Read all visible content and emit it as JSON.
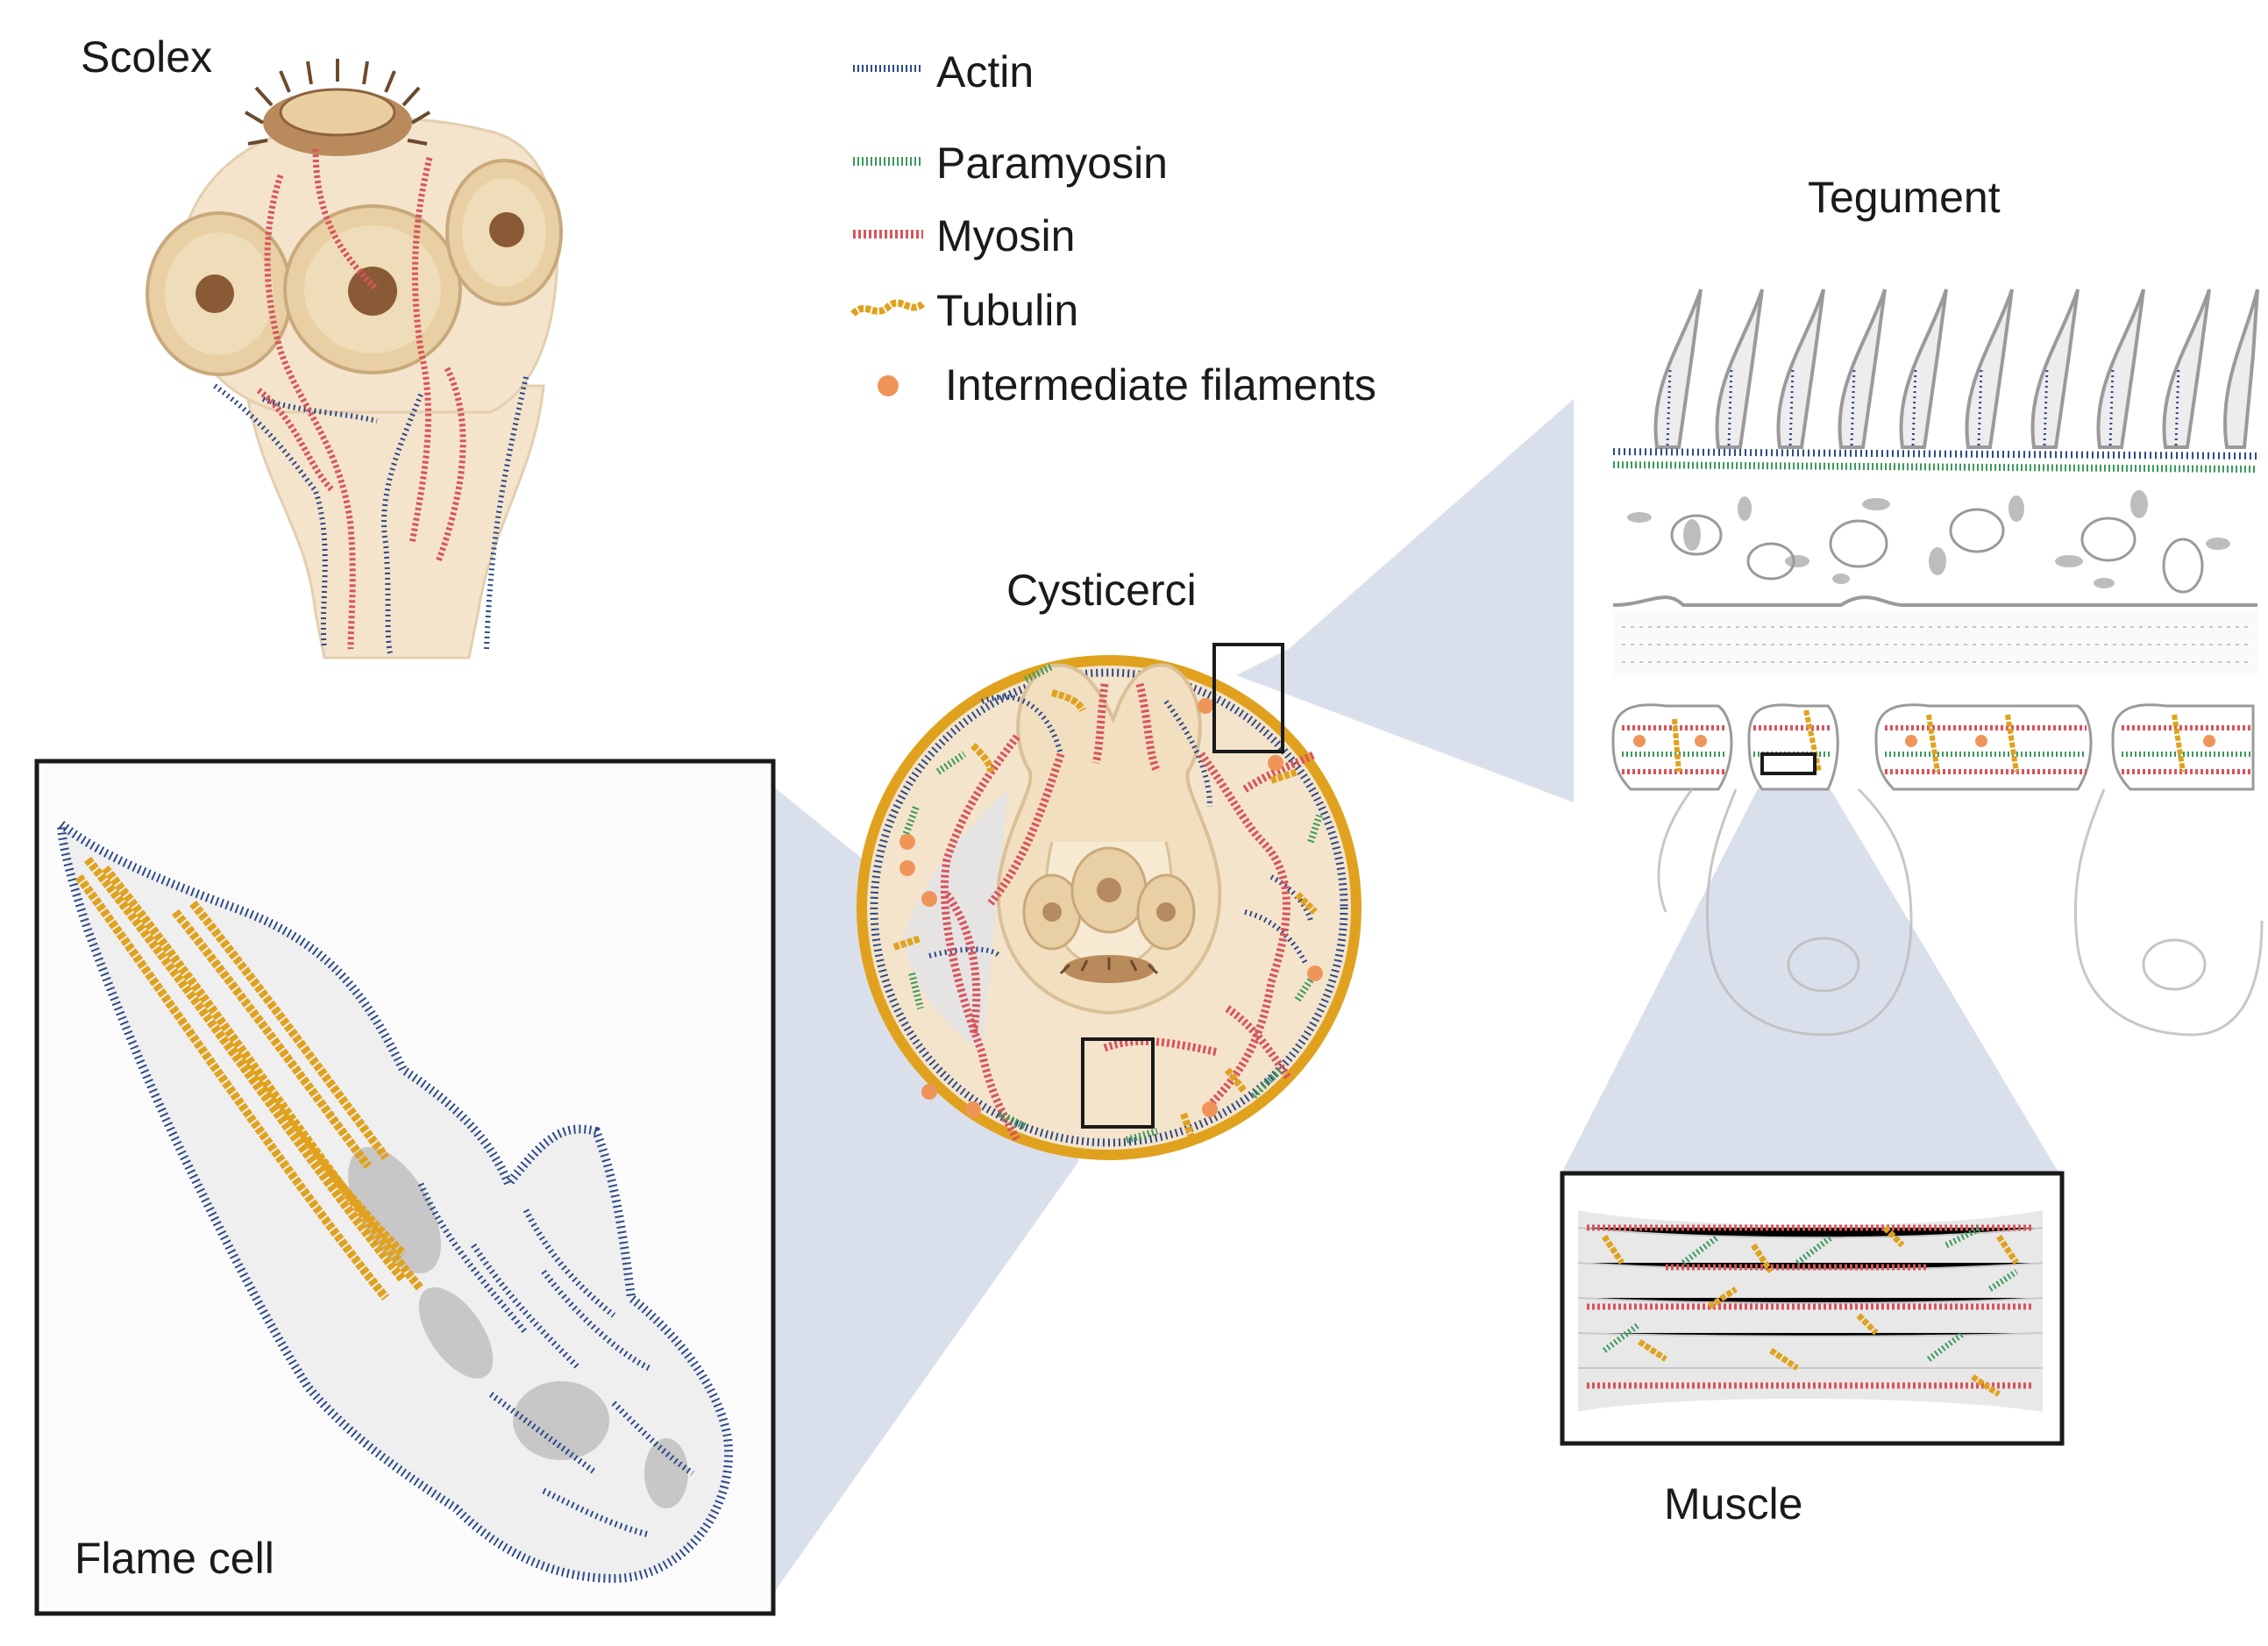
{
  "legend": {
    "items": [
      {
        "label": "Actin",
        "icon": "actin-swatch-icon",
        "color": "#2d4a8a"
      },
      {
        "label": "Paramyosin",
        "icon": "paramyosin-swatch-icon",
        "color": "#3a9a5b"
      },
      {
        "label": "Myosin",
        "icon": "myosin-swatch-icon",
        "color": "#d9545c"
      },
      {
        "label": "Tubulin",
        "icon": "tubulin-swatch-icon",
        "color": "#e0a21e"
      },
      {
        "label": "Intermediate filaments",
        "icon": "intermediate-filament-dot-icon",
        "color": "#f0955a"
      }
    ]
  },
  "panels": {
    "scolex": {
      "label": "Scolex"
    },
    "cysticerci": {
      "label": "Cysticerci"
    },
    "tegument": {
      "label": "Tegument"
    },
    "flame_cell": {
      "label": "Flame cell"
    },
    "muscle": {
      "label": "Muscle"
    }
  },
  "colors": {
    "tissue": "#f4e4cc",
    "sucker": "#e8cfa4",
    "sucker_center": "#8a5a36",
    "zoom_wedge": "#d3dbe8",
    "outline": "#1a1a1a",
    "cell_outline": "#b8b8b8"
  }
}
